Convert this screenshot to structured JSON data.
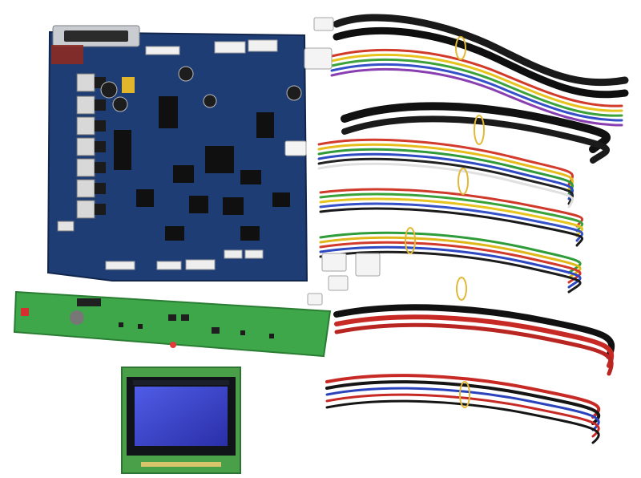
{
  "photo": {
    "components": [
      {
        "id": "main-board",
        "kind": "pcb",
        "color": "#1f3f78"
      },
      {
        "id": "button-board",
        "kind": "pcb",
        "color": "#3aa648"
      },
      {
        "id": "lcd-module",
        "kind": "display",
        "color": "#3b45c8"
      },
      {
        "id": "wire-harness-bundles",
        "kind": "cables",
        "count": 7
      }
    ]
  }
}
